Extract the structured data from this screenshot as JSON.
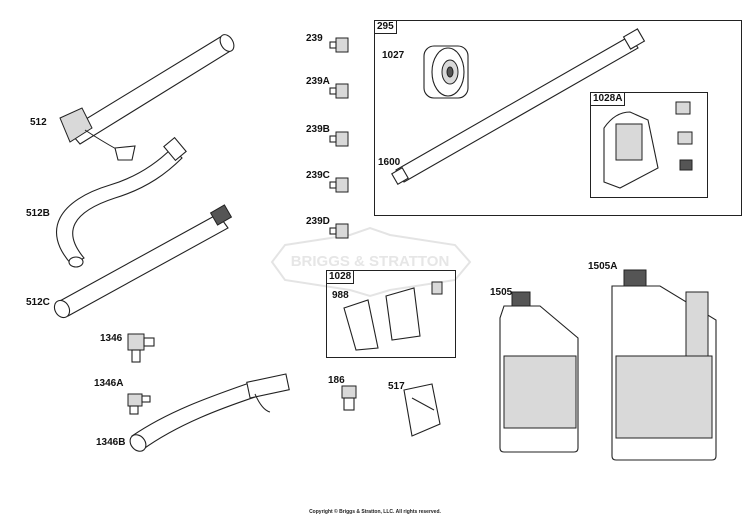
{
  "watermark": {
    "text": "BRIGGS & STRATTON"
  },
  "copyright": "Copyright © Briggs & Stratton, LLC. All rights reserved.",
  "parts": {
    "p512": "512",
    "p512B": "512B",
    "p512C": "512C",
    "p1346": "1346",
    "p1346A": "1346A",
    "p1346B": "1346B",
    "p239": "239",
    "p239A": "239A",
    "p239B": "239B",
    "p239C": "239C",
    "p239D": "239D",
    "p295": "295",
    "p1027": "1027",
    "p1600": "1600",
    "p1028A": "1028A",
    "p1028": "1028",
    "p988": "988",
    "p186": "186",
    "p517": "517",
    "p1505": "1505",
    "p1505A": "1505A"
  }
}
